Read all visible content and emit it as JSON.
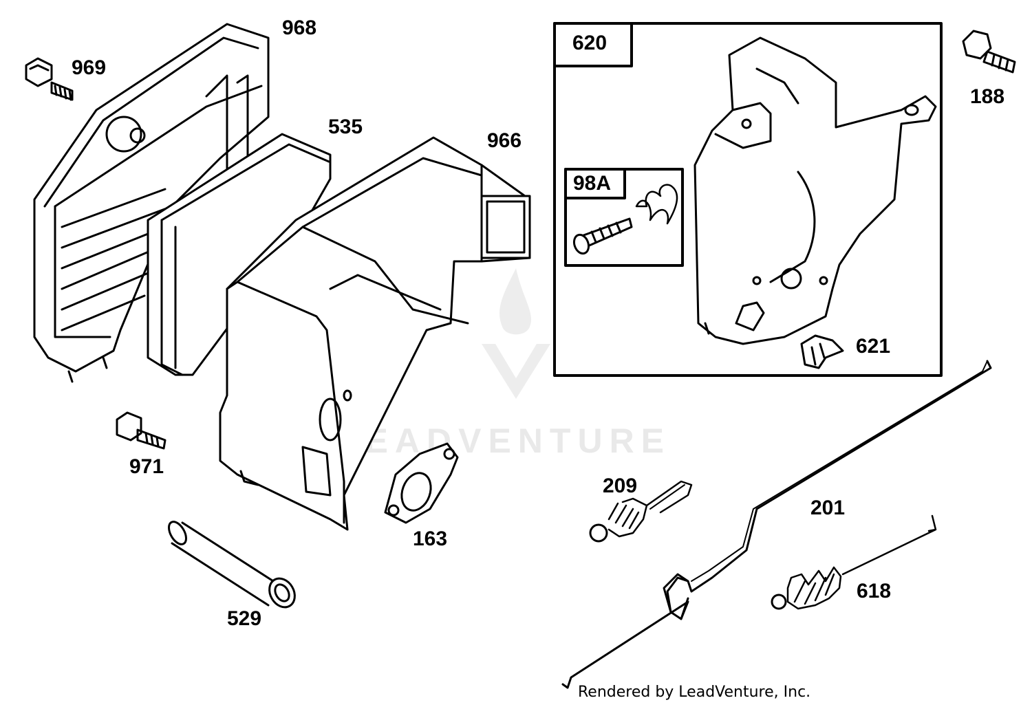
{
  "parts": [
    {
      "key": "p968",
      "label": "968"
    },
    {
      "key": "p969",
      "label": "969"
    },
    {
      "key": "p535",
      "label": "535"
    },
    {
      "key": "p966",
      "label": "966"
    },
    {
      "key": "p971",
      "label": "971"
    },
    {
      "key": "p529",
      "label": "529"
    },
    {
      "key": "p163",
      "label": "163"
    },
    {
      "key": "p188",
      "label": "188"
    },
    {
      "key": "p621",
      "label": "621"
    },
    {
      "key": "p209",
      "label": "209"
    },
    {
      "key": "p201",
      "label": "201"
    },
    {
      "key": "p618",
      "label": "618"
    }
  ],
  "kits": {
    "governor_kit": "620",
    "adjust_screw_kit": "98A"
  },
  "watermark": {
    "text": "LEADVENTURE",
    "color": "#e9e9e9"
  },
  "credit": "Rendered by LeadVenture, Inc.",
  "colors": {
    "line": "#000000",
    "background": "#ffffff"
  }
}
